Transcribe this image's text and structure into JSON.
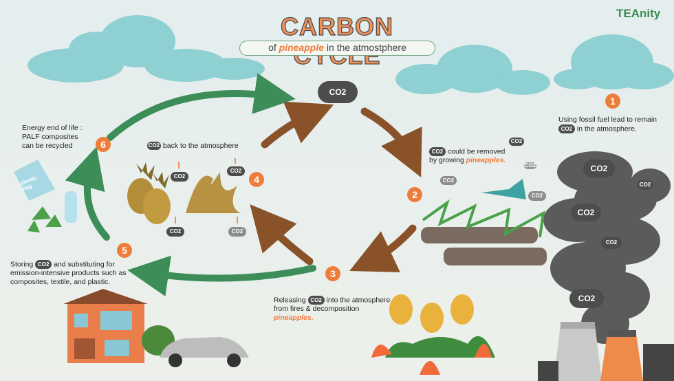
{
  "header": {
    "title": "CARBON CYCLE",
    "subtitle_pre": "of",
    "subtitle_highlight": "pineapple",
    "subtitle_post": "in the atmostphere",
    "brand": "TEAnity"
  },
  "co2_label": "CO2",
  "steps": [
    {
      "number": "1",
      "text_pre": "Using fossil fuel lead to remain",
      "text_post": "in the atmosphere."
    },
    {
      "number": "2",
      "text_pre": "could be removed by growing",
      "highlight": "pineapples."
    },
    {
      "number": "3",
      "text_pre": "Releasing",
      "text_mid": "into the atmosphere from fires & decomposition",
      "highlight": "pineapples."
    },
    {
      "number": "4",
      "text_post": "back to  the atmosphere"
    },
    {
      "number": "5",
      "text_pre": "Storing",
      "text_post": "and substituting for emission-intensive products such as composites, textile, and plastic."
    },
    {
      "number": "6",
      "text": "Energy end of life : PALF composites can be recycled"
    }
  ],
  "bag_label": "plastic bag",
  "colors": {
    "brown_arrow": "#8a5229",
    "green_arrow": "#3c8d57",
    "accent": "#ee7d3b",
    "smoke": "#5b5b5b",
    "cloud": "#8fd0d3"
  }
}
